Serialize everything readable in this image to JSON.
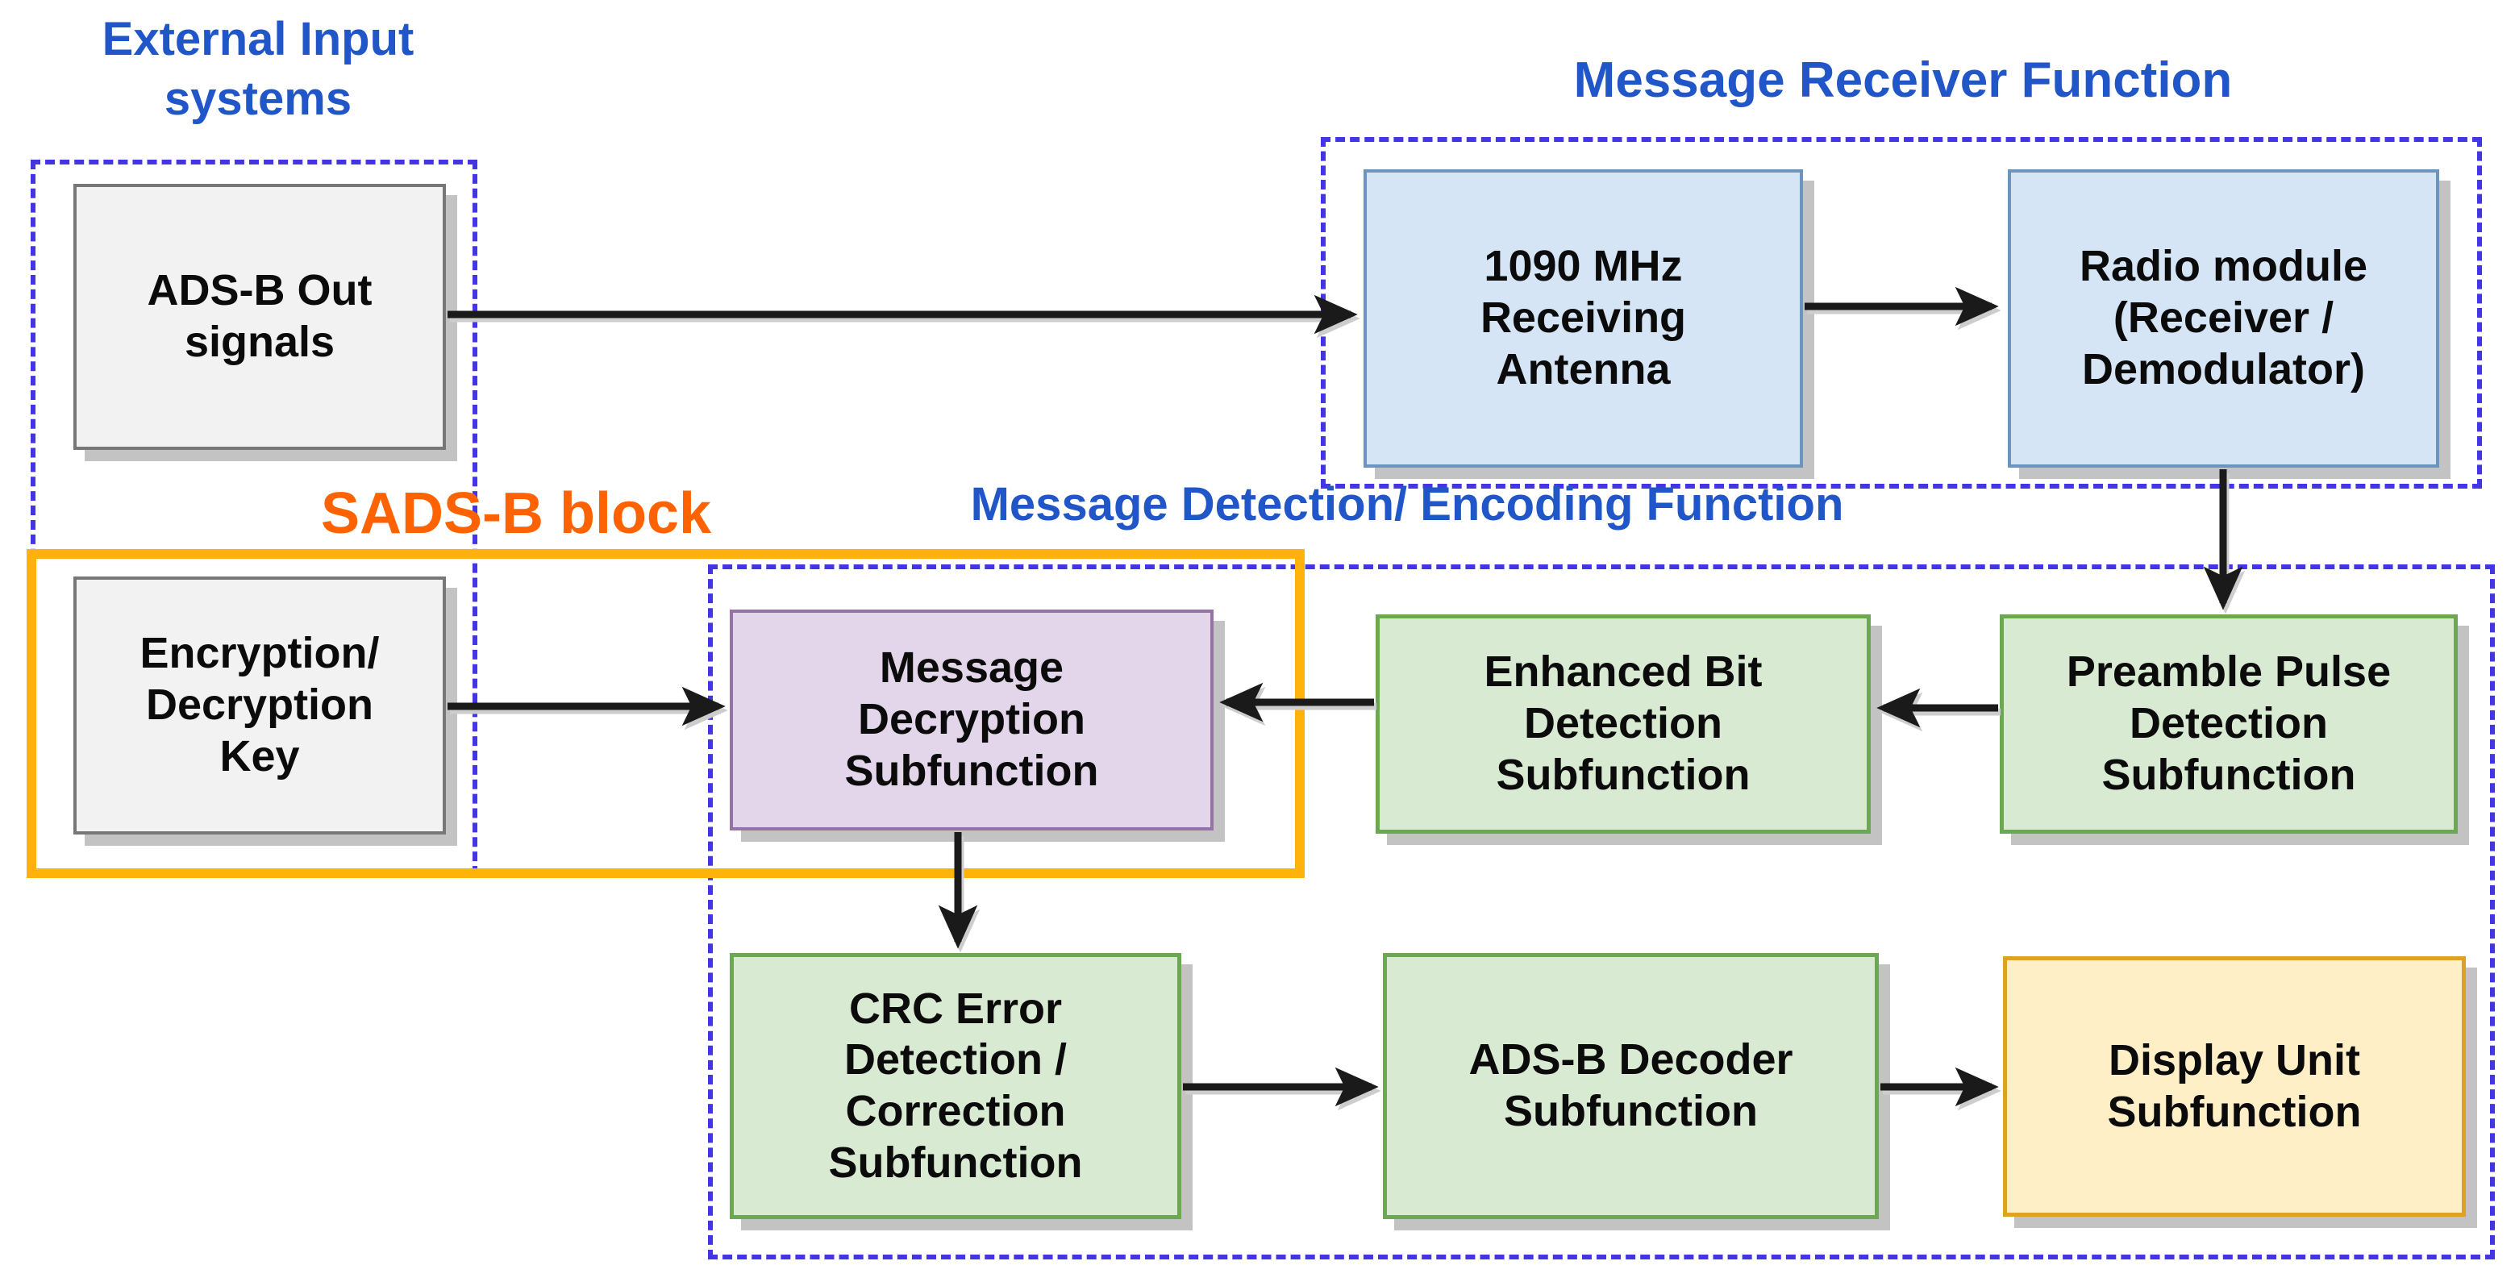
{
  "figure": {
    "type": "block-diagram",
    "description_visible_title": ""
  },
  "colors": {
    "background": "#ffffff",
    "label_blue": "#2156C8",
    "sads_orange_text": "#FF6200",
    "sads_border": "#FFB30A",
    "dashed_border": "#4334E6",
    "arrow": "#1a1a1a",
    "node_text": "#0b0b0b"
  },
  "groups": {
    "external_input": {
      "label": "External Input\nsystems",
      "label_color": "#2156C8",
      "border_color": "#4334E6"
    },
    "message_receiver": {
      "label": "Message Receiver Function",
      "label_color": "#2156C8",
      "border_color": "#4334E6"
    },
    "message_detection": {
      "label": "Message Detection/ Encoding Function",
      "label_color": "#2156C8",
      "border_color": "#4334E6"
    },
    "sads_b": {
      "label": "SADS-B block",
      "label_color": "#FF6200",
      "border_color": "#FFB30A"
    }
  },
  "nodes": {
    "adsb_out_signals": {
      "label": "ADS-B Out\nsignals",
      "fill": "#F2F2F2",
      "border": "#777777",
      "group": "external_input"
    },
    "encryption_decryption_key": {
      "label": "Encryption/\nDecryption\nKey",
      "fill": "#F2F2F2",
      "border": "#777777",
      "group": "external_input / sads_b"
    },
    "receiving_antenna_1090": {
      "label": "1090 MHz\nReceiving\nAntenna",
      "fill": "#D5E5F6",
      "border": "#6C95BD",
      "group": "message_receiver"
    },
    "radio_module": {
      "label": "Radio module\n(Receiver /\nDemodulator)",
      "fill": "#D5E5F6",
      "border": "#6C95BD",
      "group": "message_receiver"
    },
    "message_decryption": {
      "label": "Message\nDecryption\nSubfunction",
      "fill": "#E4D6EA",
      "border": "#9673A6",
      "group": "sads_b / message_detection"
    },
    "enhanced_bit_detection": {
      "label": "Enhanced Bit\nDetection\nSubfunction",
      "fill": "#D9EAD3",
      "border": "#6CA854",
      "group": "message_detection"
    },
    "preamble_pulse_detection": {
      "label": "Preamble Pulse\nDetection\nSubfunction",
      "fill": "#D9EAD3",
      "border": "#6CA854",
      "group": "message_detection"
    },
    "crc_error_detection": {
      "label": "CRC Error\nDetection /\nCorrection\nSubfunction",
      "fill": "#D9EAD3",
      "border": "#6CA854",
      "group": "message_detection"
    },
    "adsb_decoder": {
      "label": "ADS-B Decoder\nSubfunction",
      "fill": "#D9EAD3",
      "border": "#6CA854",
      "group": "message_detection"
    },
    "display_unit": {
      "label": "Display Unit\nSubfunction",
      "fill": "#FFEFC6",
      "border": "#D9A521",
      "group": "message_detection"
    }
  },
  "edges": [
    {
      "from": "adsb_out_signals",
      "to": "receiving_antenna_1090"
    },
    {
      "from": "receiving_antenna_1090",
      "to": "radio_module"
    },
    {
      "from": "radio_module",
      "to": "preamble_pulse_detection"
    },
    {
      "from": "preamble_pulse_detection",
      "to": "enhanced_bit_detection"
    },
    {
      "from": "enhanced_bit_detection",
      "to": "message_decryption"
    },
    {
      "from": "encryption_decryption_key",
      "to": "message_decryption"
    },
    {
      "from": "message_decryption",
      "to": "crc_error_detection"
    },
    {
      "from": "crc_error_detection",
      "to": "adsb_decoder"
    },
    {
      "from": "adsb_decoder",
      "to": "display_unit"
    }
  ]
}
